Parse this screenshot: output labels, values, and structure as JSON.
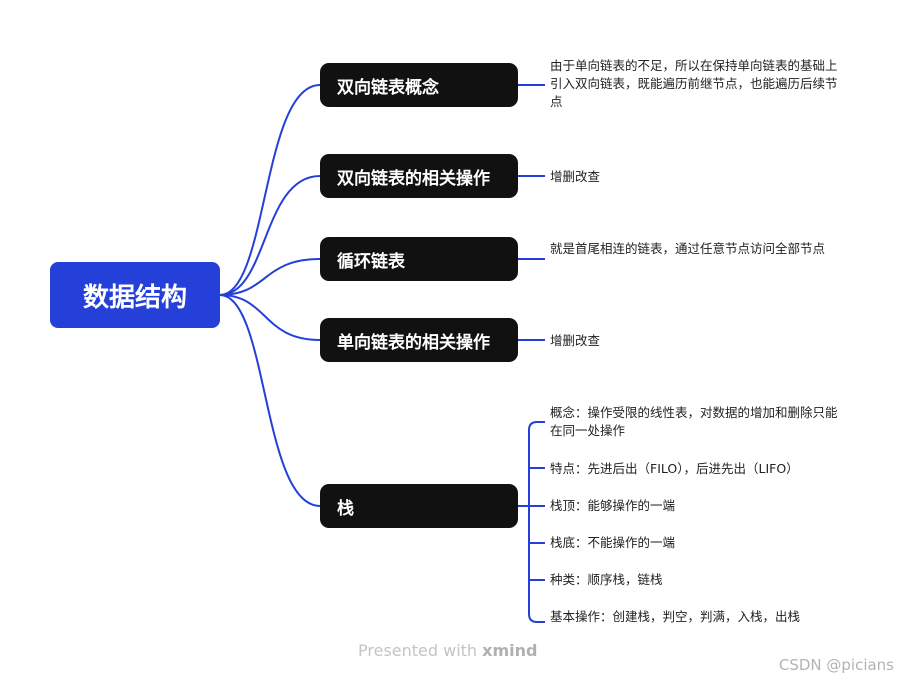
{
  "root": {
    "label": "数据结构"
  },
  "topics": [
    {
      "label": "双向链表概念",
      "notes": [
        "由于单向链表的不足，所以在保持单向链表的基础上引入双向链表，既能遍历前继节点，也能遍历后续节点"
      ]
    },
    {
      "label": "双向链表的相关操作",
      "notes": [
        "增删改查"
      ]
    },
    {
      "label": "循环链表",
      "notes": [
        "就是首尾相连的链表，通过任意节点访问全部节点"
      ]
    },
    {
      "label": "单向链表的相关操作",
      "notes": [
        "增删改查"
      ]
    },
    {
      "label": "栈",
      "notes": [
        "概念：操作受限的线性表，对数据的增加和删除只能在同一处操作",
        "特点：先进后出（FILO），后进先出（LIFO）",
        "栈顶：能够操作的一端",
        "栈底：不能操作的一端",
        "种类：顺序栈，链栈",
        "基本操作：创建栈，判空，判满，入栈，出栈"
      ]
    }
  ],
  "footer": {
    "prefix": "Presented with ",
    "brand": "xmind"
  },
  "watermark": "CSDN @picians",
  "colors": {
    "root": "#2440d8",
    "topic": "#111111",
    "connector": "#2440d8"
  }
}
